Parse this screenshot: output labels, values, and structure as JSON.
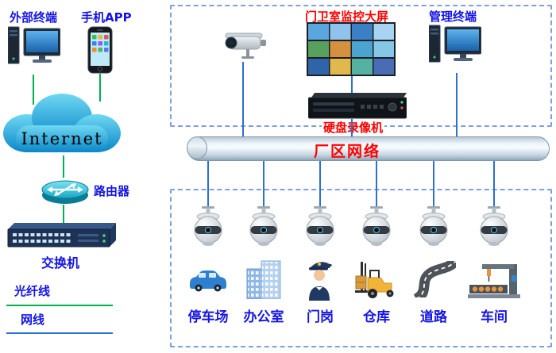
{
  "colors": {
    "label_blue": "#1414e6",
    "label_red": "#ff0000",
    "line_green": "#00b050",
    "line_blue": "#2e6fd0",
    "dashed_border": "#7f9fd9"
  },
  "left_panel": {
    "external_terminal_label": "外部终端",
    "mobile_app_label": "手机APP",
    "internet_label": "Internet",
    "router_label": "路由器",
    "switch_label": "交换机",
    "legend": {
      "fiber_label": "光纤线",
      "network_label": "网线"
    }
  },
  "control_room": {
    "monitor_wall_label": "门卫室监控大屏",
    "management_terminal_label": "管理终端",
    "dvr_label": "硬盘录像机"
  },
  "network_pipe": {
    "label": "厂区网络"
  },
  "monitored_areas": {
    "locations": [
      {
        "label": "停车场",
        "icon": "car-icon"
      },
      {
        "label": "办公室",
        "icon": "office-building-icon"
      },
      {
        "label": "门岗",
        "icon": "guard-icon"
      },
      {
        "label": "仓库",
        "icon": "forklift-icon"
      },
      {
        "label": "道路",
        "icon": "road-icon"
      },
      {
        "label": "车间",
        "icon": "machine-icon"
      }
    ]
  }
}
